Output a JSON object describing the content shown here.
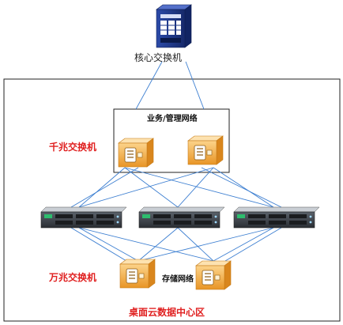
{
  "labels": {
    "core_switch": "核心交换机",
    "service_mgmt_network": "业务/管理网络",
    "gigabit_switch": "千兆交换机",
    "ten_gigabit_switch": "万兆交换机",
    "storage_network": "存储网络",
    "datacenter": "桌面云数据中心区"
  },
  "colors": {
    "link": "#3d7fd1",
    "frame": "#222222",
    "accent_text": "#e02020",
    "switch_body": "#f2a83c",
    "switch_face": "#fbd79a",
    "server_body": "#3a3f45",
    "core_switch": "#1f3a8a"
  },
  "icons": {
    "core": "core-switch-icon",
    "switch": "network-switch-icon",
    "server": "rack-server-icon"
  }
}
